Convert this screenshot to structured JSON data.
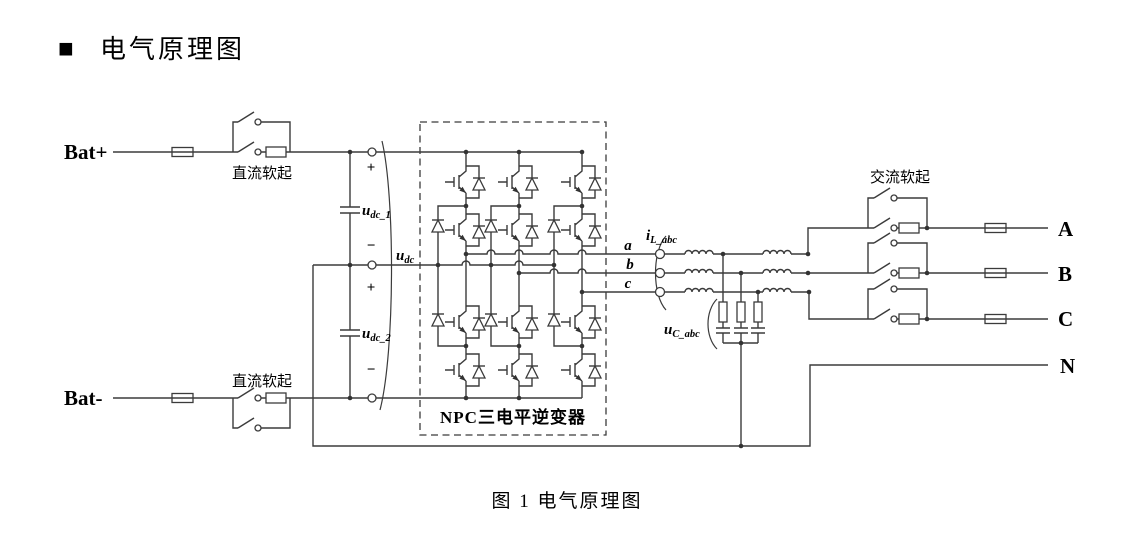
{
  "title": {
    "bullet": "■",
    "text": "电气原理图"
  },
  "caption": "图 1 电气原理图",
  "dc": {
    "bat_plus": "Bat+",
    "bat_minus": "Bat-",
    "soft_start_top": "直流软起",
    "soft_start_bottom": "直流软起",
    "plus_upper": "+",
    "minus_upper": "−",
    "plus_lower": "+",
    "minus_lower": "−",
    "u_dc1_base": "u",
    "u_dc1_sub": "dc_1",
    "u_dc2_base": "u",
    "u_dc2_sub": "dc_2",
    "u_dc_base": "u",
    "u_dc_sub": "dc"
  },
  "inverter": {
    "label": "NPC三电平逆变器"
  },
  "ac": {
    "phase_a": "a",
    "phase_b": "b",
    "phase_c": "c",
    "i_l_base": "i",
    "i_l_sub": "L_abc",
    "u_c_base": "u",
    "u_c_sub": "C_abc",
    "soft_start": "交流软起",
    "out_a": "A",
    "out_b": "B",
    "out_c": "C",
    "out_n": "N"
  },
  "colors": {
    "line": "#3b3b3b",
    "text": "#000000"
  }
}
